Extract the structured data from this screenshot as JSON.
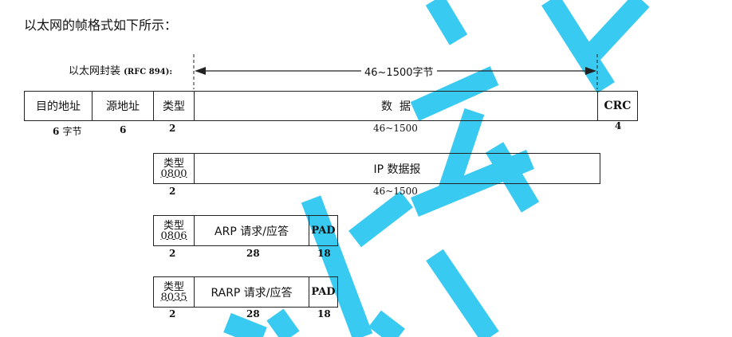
{
  "intro": "以太网的帧格式如下所示：",
  "encapsulation": {
    "label": "以太网封装",
    "rfc": "(RFC 894):"
  },
  "range_label": "46~1500字节",
  "ethernet_frame": {
    "fields": {
      "dst": "目的地址",
      "src": "源地址",
      "type": "类型",
      "data": "数  据",
      "crc": "CRC"
    },
    "sizes": {
      "dst": "6",
      "dst_unit": "字节",
      "src": "6",
      "type": "2",
      "data": "46~1500",
      "crc": "4"
    }
  },
  "ip": {
    "type_label": "类型",
    "type_code": "0800",
    "payload": "IP 数据报",
    "size_type": "2",
    "size_payload": "46~1500"
  },
  "arp": {
    "type_label": "类型",
    "type_code": "0806",
    "payload": "ARP 请求/应答",
    "pad": "PAD",
    "size_type": "2",
    "size_payload": "28",
    "size_pad": "18"
  },
  "rarp": {
    "type_label": "类型",
    "type_code": "8035",
    "payload": "RARP 请求/应答",
    "pad": "PAD",
    "size_type": "2",
    "size_payload": "28",
    "size_pad": "18"
  },
  "colors": {
    "watermark": "#29c6f0",
    "line": "#222222"
  }
}
